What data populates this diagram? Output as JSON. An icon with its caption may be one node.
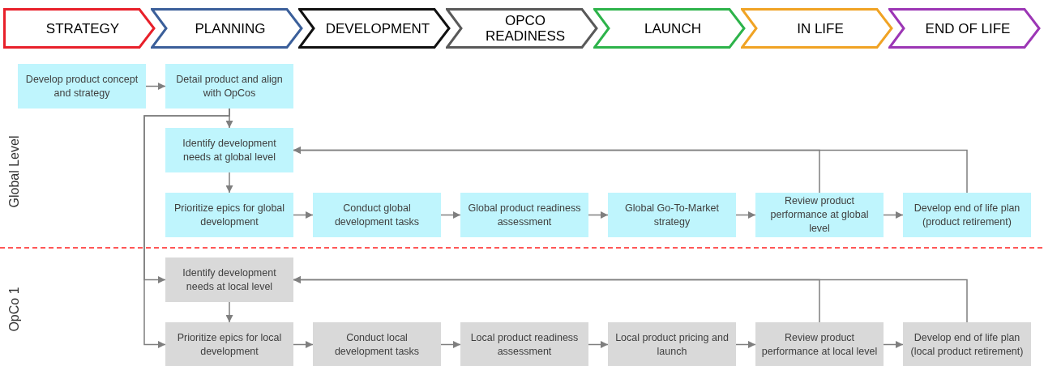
{
  "diagram": {
    "nodes": [
      {
        "text": [
          "STRATEGY"
        ]
      },
      {
        "text": [
          "PLANNING"
        ]
      },
      {
        "text": [
          "DEVELOPMENT"
        ]
      },
      {
        "text": [
          "OPCO READINESS"
        ]
      },
      {
        "text": [
          "LAUNCH"
        ]
      },
      {
        "text": [
          "IN LIFE"
        ]
      },
      {
        "text": [
          "END OF LIFE"
        ]
      },
      {
        "text": [
          "Develop product concept and strategy"
        ]
      },
      {
        "text": [
          "Detail product and align with OpCos"
        ]
      },
      {
        "text": [
          "Identify development needs at global level"
        ]
      },
      {
        "text": [
          "Prioritize epics for global development"
        ]
      },
      {
        "text": [
          "Conduct global development tasks"
        ]
      },
      {
        "text": [
          "Global product readiness assessment"
        ]
      },
      {
        "text": [
          "Global Go-To-Market strategy"
        ]
      },
      {
        "text": [
          "Review product performance at global level"
        ]
      },
      {
        "text": [
          "Develop end of life plan (product retirement)"
        ]
      },
      {
        "text": [
          "Identify development needs at local level"
        ]
      },
      {
        "text": [
          "Prioritize epics for local development"
        ]
      },
      {
        "text": [
          "Conduct local development tasks"
        ]
      },
      {
        "text": [
          "Local product readiness assessment"
        ]
      },
      {
        "text": [
          "Local product pricing and launch"
        ]
      },
      {
        "text": [
          "Review product performance at local level"
        ]
      },
      {
        "text": [
          "Develop end of life plan (local product retirement)"
        ]
      }
    ],
    "edges": [
      {
        "from": 7,
        "to": 8,
        "arrow": "to"
      },
      {
        "from": 8,
        "to": 9,
        "arrow": "to"
      },
      {
        "from": 8,
        "to": 16,
        "arrow": "to"
      },
      {
        "from": 8,
        "to": 17,
        "arrow": "to"
      },
      {
        "from": 9,
        "to": 10,
        "arrow": "to"
      },
      {
        "from": 10,
        "to": 11,
        "arrow": "to"
      },
      {
        "from": 11,
        "to": 12,
        "arrow": "to"
      },
      {
        "from": 12,
        "to": 13,
        "arrow": "to"
      },
      {
        "from": 13,
        "to": 14,
        "arrow": "to"
      },
      {
        "from": 14,
        "to": 15,
        "arrow": "to"
      },
      {
        "from": 14,
        "to": 9,
        "arrow": "to"
      },
      {
        "from": 15,
        "to": 9,
        "arrow": "to"
      },
      {
        "from": 16,
        "to": 17,
        "arrow": "to"
      },
      {
        "from": 17,
        "to": 18,
        "arrow": "to"
      },
      {
        "from": 18,
        "to": 19,
        "arrow": "to"
      },
      {
        "from": 19,
        "to": 20,
        "arrow": "to"
      },
      {
        "from": 20,
        "to": 21,
        "arrow": "to"
      },
      {
        "from": 21,
        "to": 22,
        "arrow": "to"
      },
      {
        "from": 21,
        "to": 16,
        "arrow": "to"
      },
      {
        "from": 22,
        "to": 16,
        "arrow": "to"
      }
    ],
    "labels": [
      "Global Level",
      "OpCo 1"
    ]
  }
}
